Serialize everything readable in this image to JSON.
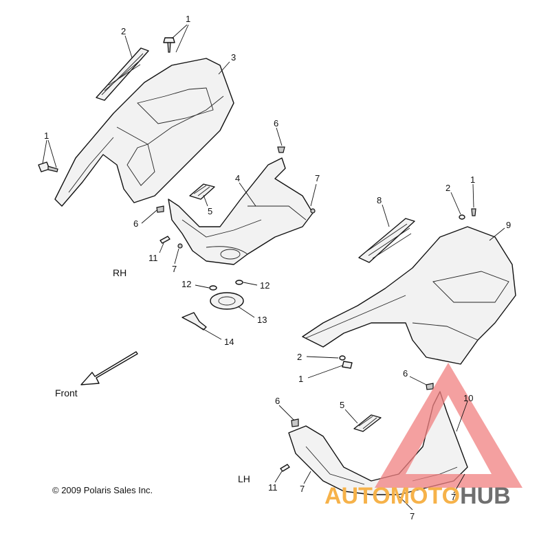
{
  "diagram": {
    "side_labels": {
      "rh": "RH",
      "lh": "LH"
    },
    "direction_label": "Front",
    "copyright": "© 2009 Polaris Sales Inc.",
    "callouts": [
      {
        "id": "c1a",
        "text": "1"
      },
      {
        "id": "c2a",
        "text": "2"
      },
      {
        "id": "c3",
        "text": "3"
      },
      {
        "id": "c1b",
        "text": "1"
      },
      {
        "id": "c6a",
        "text": "6"
      },
      {
        "id": "c4",
        "text": "4"
      },
      {
        "id": "c7a",
        "text": "7"
      },
      {
        "id": "c5a",
        "text": "5"
      },
      {
        "id": "c6b",
        "text": "6"
      },
      {
        "id": "c11a",
        "text": "11"
      },
      {
        "id": "c7b",
        "text": "7"
      },
      {
        "id": "c12a",
        "text": "12"
      },
      {
        "id": "c12b",
        "text": "12"
      },
      {
        "id": "c13",
        "text": "13"
      },
      {
        "id": "c14",
        "text": "14"
      },
      {
        "id": "c2b",
        "text": "2"
      },
      {
        "id": "c1c",
        "text": "1"
      },
      {
        "id": "c8",
        "text": "8"
      },
      {
        "id": "c9",
        "text": "9"
      },
      {
        "id": "c2c",
        "text": "2"
      },
      {
        "id": "c1d",
        "text": "1"
      },
      {
        "id": "c6c",
        "text": "6"
      },
      {
        "id": "c10",
        "text": "10"
      },
      {
        "id": "c6d",
        "text": "6"
      },
      {
        "id": "c5b",
        "text": "5"
      },
      {
        "id": "c11b",
        "text": "11"
      },
      {
        "id": "c7c",
        "text": "7"
      },
      {
        "id": "c7d",
        "text": "7"
      },
      {
        "id": "c7e",
        "text": "7"
      }
    ]
  },
  "watermark": {
    "brand_part1": "AUTOMOTO",
    "brand_part2": "HUB",
    "colors": {
      "triangle": "#f08080",
      "auto": "#f6b24a",
      "hub": "#6f6f6f"
    }
  }
}
